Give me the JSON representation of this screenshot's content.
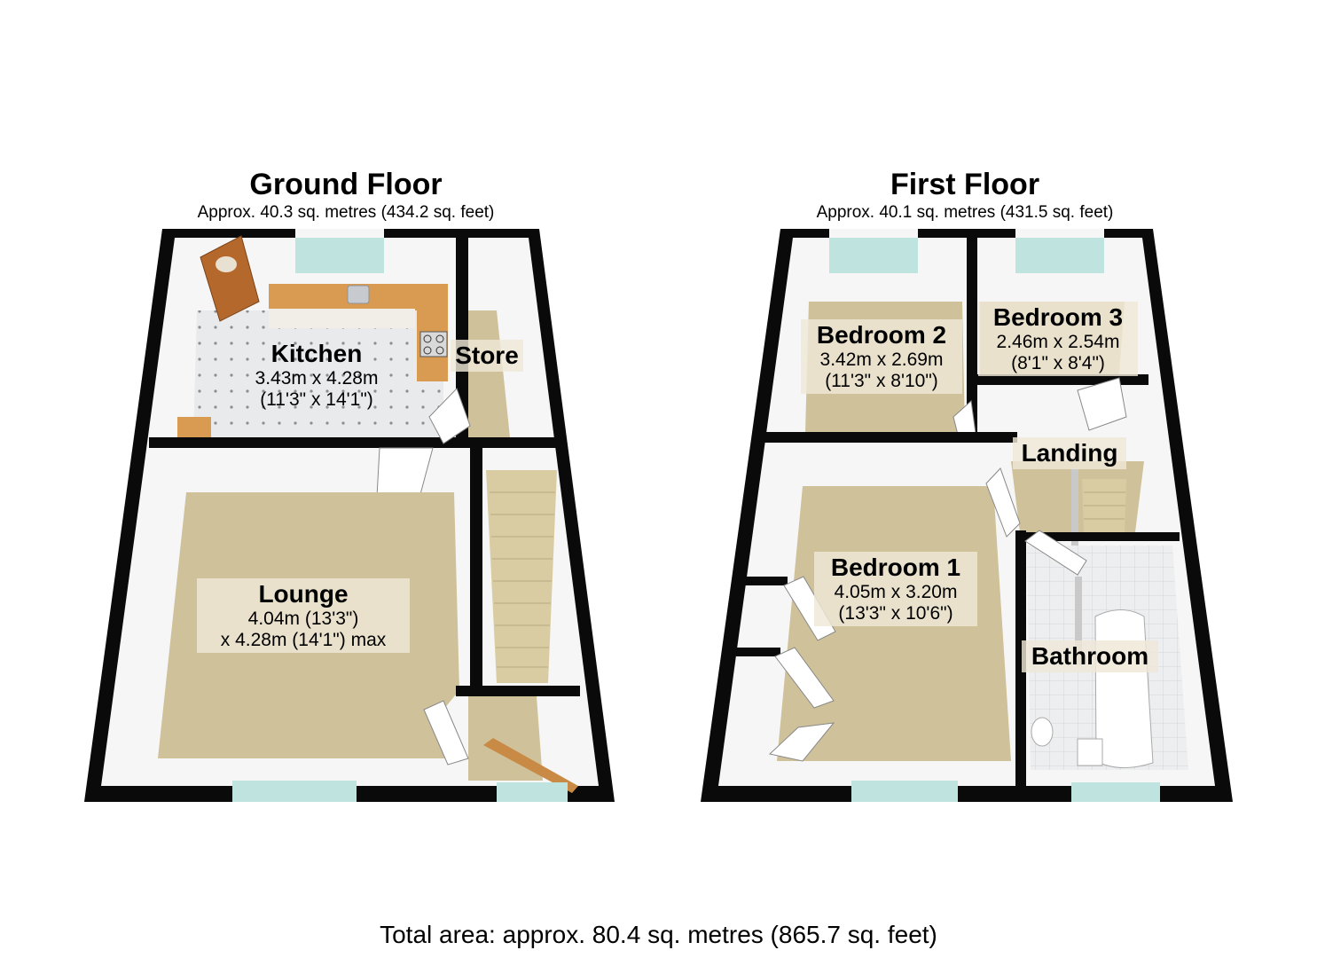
{
  "ground_floor": {
    "title": "Ground Floor",
    "area": "Approx. 40.3 sq. metres (434.2 sq. feet)",
    "rooms": {
      "kitchen": {
        "name": "Kitchen",
        "dim1": "3.43m x 4.28m",
        "dim2": "(11'3\" x 14'1\")"
      },
      "store": {
        "name": "Store"
      },
      "lounge": {
        "name": "Lounge",
        "dim1": "4.04m (13'3\")",
        "dim2": "x 4.28m (14'1\") max"
      }
    }
  },
  "first_floor": {
    "title": "First Floor",
    "area": "Approx. 40.1 sq. metres (431.5 sq. feet)",
    "rooms": {
      "bedroom2": {
        "name": "Bedroom 2",
        "dim1": "3.42m x 2.69m",
        "dim2": "(11'3\" x 8'10\")"
      },
      "bedroom3": {
        "name": "Bedroom 3",
        "dim1": "2.46m x 2.54m",
        "dim2": "(8'1\" x 8'4\")"
      },
      "landing": {
        "name": "Landing"
      },
      "bedroom1": {
        "name": "Bedroom 1",
        "dim1": "4.05m x 3.20m",
        "dim2": "(13'3\" x 10'6\")"
      },
      "bathroom": {
        "name": "Bathroom"
      }
    }
  },
  "total_area": "Total area: approx. 80.4 sq. metres (865.7 sq. feet)",
  "colors": {
    "wall": "#0a0a0a",
    "carpet": "#cfc19a",
    "tile": "#e9eaec",
    "worktop": "#d99a52",
    "inner_wall": "#f4f4f4",
    "window": "#bfe3de"
  }
}
